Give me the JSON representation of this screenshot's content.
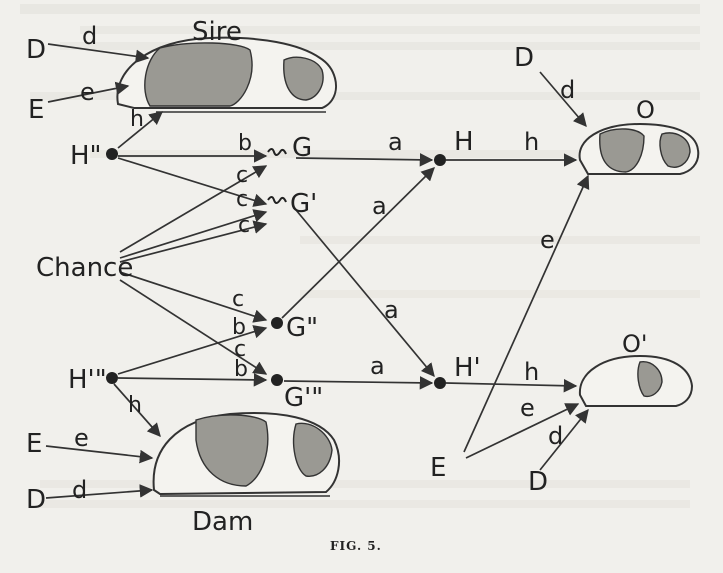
{
  "figure": {
    "caption": "FIG. 5.",
    "animals": {
      "sire": "Sire",
      "dam": "Dam",
      "offspring": "O",
      "offspring2": "O'"
    },
    "nodes": {
      "h_sire": "H\"",
      "h_dam": "H'\"",
      "g": "G",
      "g_prime": "G'",
      "g_dprime": "G\"",
      "g_tprime": "G'\"",
      "h_off": "H",
      "h_off2": "H'",
      "chance": "Chance",
      "e_bottom": "E",
      "d_bottom": "D",
      "d_top": "D",
      "e_sire": "E",
      "d_sire": "D",
      "e_dam": "E",
      "d_dam": "D"
    },
    "paths": {
      "d": "d",
      "e": "e",
      "h": "h",
      "a": "a",
      "b": "b",
      "c": "c"
    }
  }
}
